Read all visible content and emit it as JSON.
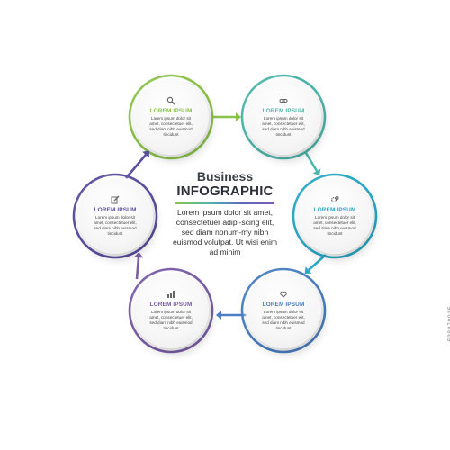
{
  "center": {
    "title_line1": "Business",
    "title_line2": "INFOGRAPHIC",
    "text": "Lorem ipsum dolor sit amet, consectetuer adipi-scing elit, sed diam nonum-my nibh euismod volutpat. Ut wisi enim ad minim"
  },
  "steps": [
    {
      "title": "LOREM IPSUM",
      "body": "Lorem ipsum dolor sit amet, consectetuer elit, sed diam nibh euismod tincidunt",
      "icon": "magnifier-icon",
      "color": "#8bc34a"
    },
    {
      "title": "LOREM IPSUM",
      "body": "Lorem ipsum dolor sit amet, consectetuer elit, sed diam nibh euismod tincidunt",
      "icon": "link-icon",
      "color": "#4db6ac"
    },
    {
      "title": "LOREM IPSUM",
      "body": "Lorem ipsum dolor sit amet, consectetuer elit, sed diam nibh euismod tincidunt",
      "icon": "gears-icon",
      "color": "#29a8c7"
    },
    {
      "title": "LOREM IPSUM",
      "body": "Lorem ipsum dolor sit amet, consectetuer elit, sed diam nibh euismod tincidunt",
      "icon": "heart-hand-icon",
      "color": "#4a7fc1"
    },
    {
      "title": "LOREM IPSUM",
      "body": "Lorem ipsum dolor sit amet, consectetuer elit, sed diam nibh euismod tincidunt",
      "icon": "bar-chart-icon",
      "color": "#7b5ea7"
    },
    {
      "title": "LOREM IPSUM",
      "body": "Lorem ipsum dolor sit amet, consectetuer elit, sed diam nibh euismod tincidunt",
      "icon": "edit-icon",
      "color": "#5b4fa0"
    }
  ],
  "stock_code": "538478915"
}
